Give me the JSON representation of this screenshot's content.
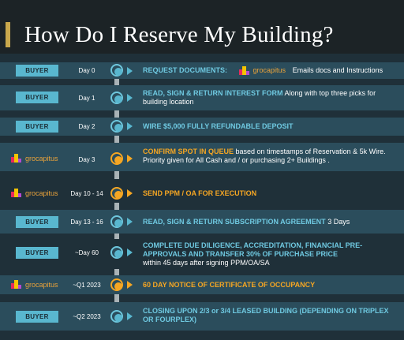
{
  "title": "How Do I Reserve My Building?",
  "brand": "grocapitus",
  "buyer_label": "BUYER",
  "colors": {
    "accent_blue": "#59b7cf",
    "accent_orange": "#f5a623",
    "background": "#1f3039",
    "band": "#2b4d5c",
    "gold": "#c9a84c"
  },
  "steps": [
    {
      "actor": "BUYER",
      "day": "Day 0",
      "highlight": "REQUEST DOCUMENTS:",
      "brand": "grocapitus",
      "detail": "Emails docs and Instructions",
      "color": "blue"
    },
    {
      "actor": "BUYER",
      "day": "Day 1",
      "highlight": "READ, SIGN & RETURN INTEREST FORM",
      "detail": "Along with top three picks for building location",
      "color": "blue"
    },
    {
      "actor": "BUYER",
      "day": "Day 2",
      "highlight": "WIRE $5,000 FULLY REFUNDABLE DEPOSIT",
      "detail": "",
      "color": "blue"
    },
    {
      "actor": "grocapitus",
      "day": "Day 3",
      "highlight": "CONFIRM SPOT IN QUEUE",
      "detail": "based on timestamps of Reservation & 5k Wire. Priority given for All Cash and / or purchasing 2+ Buildings .",
      "color": "orange"
    },
    {
      "actor": "grocapitus",
      "day": "Day 10 - 14",
      "highlight": "SEND PPM / OA FOR EXECUTION",
      "detail": "",
      "color": "orange"
    },
    {
      "actor": "BUYER",
      "day": "Day 13 - 16",
      "highlight": "READ, SIGN & RETURN SUBSCRIPTION AGREEMENT",
      "detail": "3 Days",
      "color": "blue"
    },
    {
      "actor": "BUYER",
      "day": "~Day 60",
      "highlight": "COMPLETE DUE DILIGENCE, ACCREDITATION, FINANCIAL PRE-APPROVALS AND TRANSFER 30% OF PURCHASE PRICE",
      "detail": "within 45 days after signing PPM/OA/SA",
      "color": "blue"
    },
    {
      "actor": "grocapitus",
      "day": "~Q1 2023",
      "highlight": "60 DAY NOTICE OF CERTIFICATE OF OCCUPANCY",
      "detail": "",
      "color": "orange"
    },
    {
      "actor": "BUYER",
      "day": "~Q2 2023",
      "highlight": "CLOSING UPON 2/3 or 3/4 LEASED BUILDING (DEPENDING ON TRIPLEX OR FOURPLEX)",
      "detail": "",
      "color": "blue"
    }
  ]
}
